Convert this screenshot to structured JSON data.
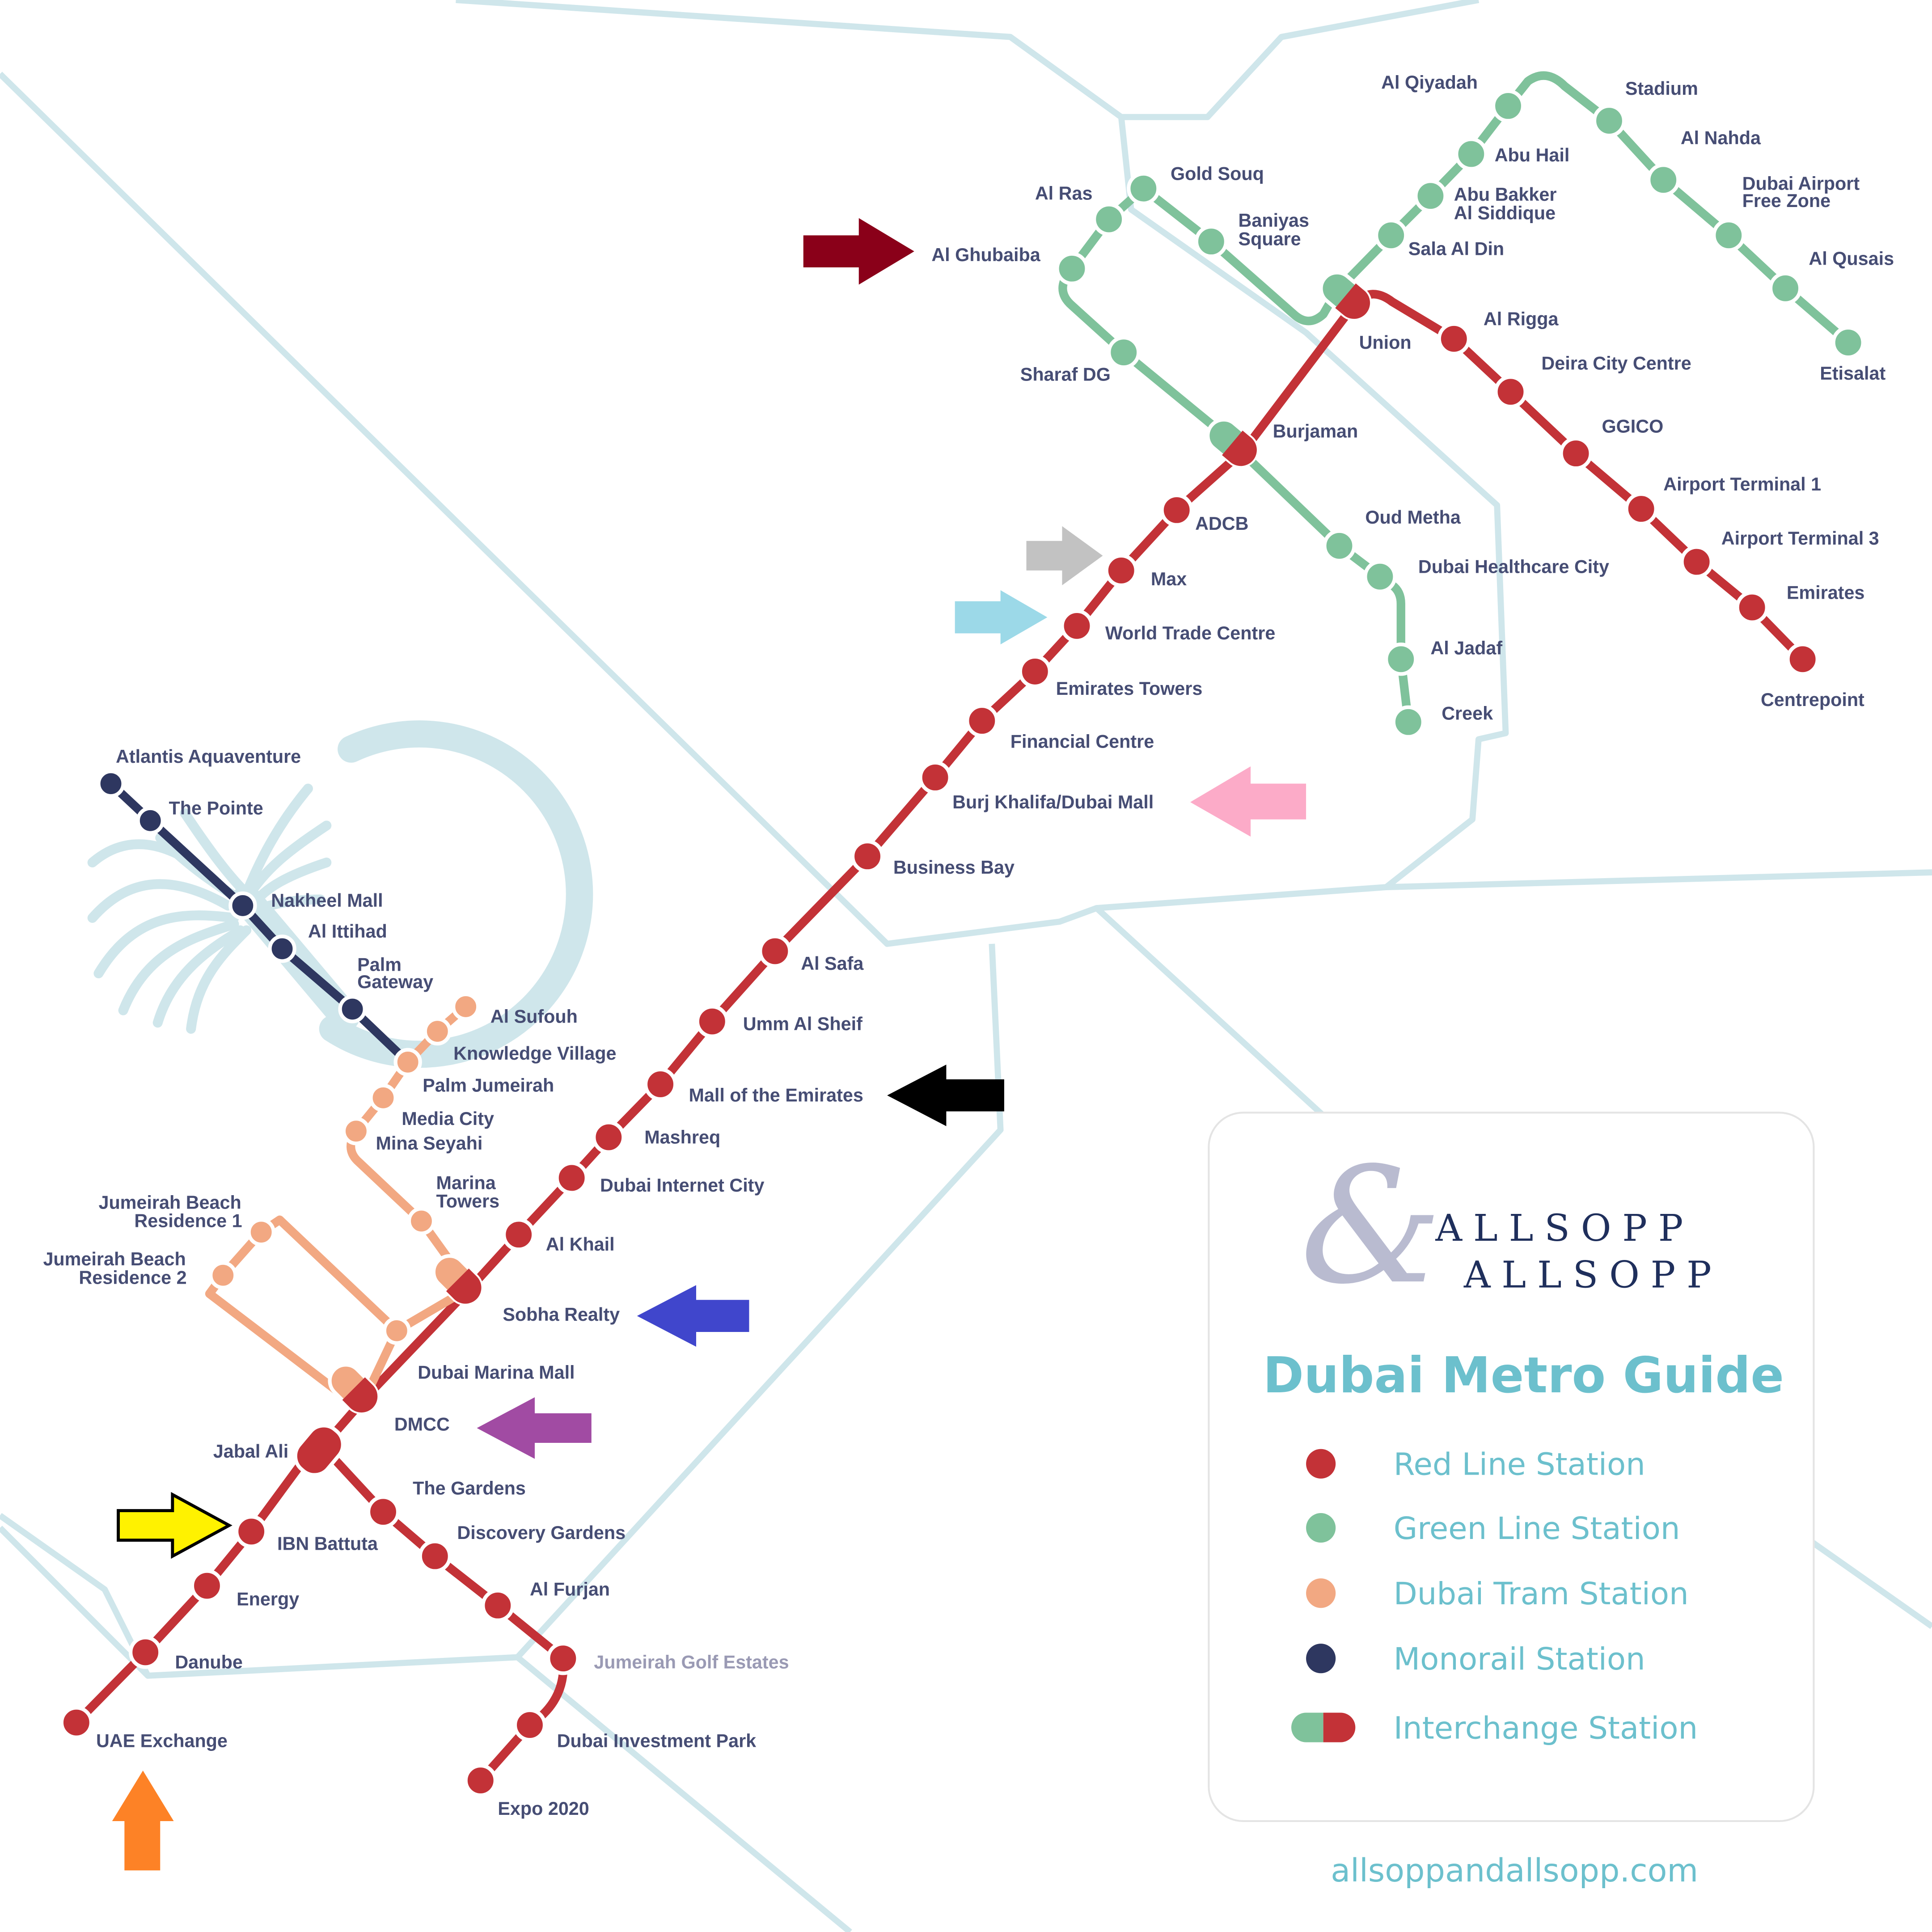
{
  "legend": {
    "brand_line1": "ALLSOPP",
    "brand_line2": "ALLSOPP",
    "ampersand": "&",
    "title": "Dubai Metro Guide",
    "items": [
      {
        "label": "Red Line Station",
        "type": "red"
      },
      {
        "label": "Green Line Station",
        "type": "green"
      },
      {
        "label": "Dubai Tram Station",
        "type": "tram"
      },
      {
        "label": "Monorail Station",
        "type": "monorail"
      },
      {
        "label": "Interchange Station",
        "type": "interchange"
      }
    ],
    "website": "allsoppandallsopp.com"
  },
  "colors": {
    "red_line": "#c33237",
    "green_line": "#7fc29b",
    "tram": "#f2a882",
    "monorail": "#2e3760",
    "road": "#cfe6eb",
    "label": "#464d74",
    "legend_text": "#6cc0cd",
    "brand": "#1f2f5c"
  },
  "lines": {
    "red_main": [
      "UAE Exchange",
      "Danube",
      "Energy",
      "IBN Battuta",
      "Jabal Ali",
      "DMCC",
      "Sobha Realty",
      "Al Khail",
      "Dubai Internet City",
      "Mashreq",
      "Mall of the Emirates",
      "Umm Al Sheif",
      "Al Safa",
      "Business Bay",
      "Burj Khalifa/Dubai Mall",
      "Financial Centre",
      "Emirates Towers",
      "World Trade Centre",
      "Max",
      "ADCB",
      "Burjaman",
      "Union",
      "Al Rigga",
      "Deira City Centre",
      "GGICO",
      "Airport Terminal 1",
      "Airport Terminal 3",
      "Emirates",
      "Centrepoint"
    ],
    "red_route2020": [
      "Jabal Ali",
      "The Gardens",
      "Discovery Gardens",
      "Al Furjan",
      "Jumeirah Golf Estates",
      "Dubai Investment Park",
      "Expo 2020"
    ],
    "green": [
      "Creek",
      "Al Jadaf",
      "Dubai Healthcare City",
      "Oud Metha",
      "Burjaman",
      "Sharaf DG",
      "Al Ghubaiba",
      "Al Ras",
      "Gold Souq",
      "Baniyas Square",
      "Union",
      "Sala Al Din",
      "Abu Bakker Al Siddique",
      "Abu Hail",
      "Al Qiyadah",
      "Stadium",
      "Al Nahda",
      "Dubai Airport Free Zone",
      "Al Qusais",
      "Etisalat"
    ],
    "tram": [
      "Al Sufouh",
      "Knowledge Village",
      "Palm Jumeirah",
      "Media City",
      "Mina Seyahi",
      "Marina Towers",
      "Sobha Realty",
      "Dubai Marina Mall",
      "DMCC",
      "Jumeirah Beach Residence 1",
      "Jumeirah Beach Residence 2"
    ],
    "monorail": [
      "Atlantis Aquaventure",
      "The Pointe",
      "Nakheel Mall",
      "Al Ittihad",
      "Palm Gateway",
      "Palm Jumeirah"
    ]
  },
  "stations": [
    {
      "id": "uae-exchange",
      "name": "UAE Exchange",
      "type": "red"
    },
    {
      "id": "danube",
      "name": "Danube",
      "type": "red"
    },
    {
      "id": "energy",
      "name": "Energy",
      "type": "red"
    },
    {
      "id": "ibn-battuta",
      "name": "IBN Battuta",
      "type": "red"
    },
    {
      "id": "jabal-ali",
      "name": "Jabal Ali",
      "type": "red-interchange"
    },
    {
      "id": "dmcc",
      "name": "DMCC",
      "type": "tram-interchange"
    },
    {
      "id": "dubai-marina-mall",
      "name": "Dubai Marina Mall",
      "type": "tram"
    },
    {
      "id": "sobha-realty",
      "name": "Sobha Realty",
      "type": "tram-interchange"
    },
    {
      "id": "al-khail",
      "name": "Al Khail",
      "type": "red"
    },
    {
      "id": "dubai-internet-city",
      "name": "Dubai Internet City",
      "type": "red"
    },
    {
      "id": "mashreq",
      "name": "Mashreq",
      "type": "red"
    },
    {
      "id": "mall-of-the-emirates",
      "name": "Mall of the Emirates",
      "type": "red"
    },
    {
      "id": "umm-al-sheif",
      "name": "Umm Al Sheif",
      "type": "red"
    },
    {
      "id": "al-safa",
      "name": "Al Safa",
      "type": "red"
    },
    {
      "id": "business-bay",
      "name": "Business Bay",
      "type": "red"
    },
    {
      "id": "burj-khalifa",
      "name": "Burj Khalifa/Dubai Mall",
      "type": "red"
    },
    {
      "id": "financial-centre",
      "name": "Financial Centre",
      "type": "red"
    },
    {
      "id": "emirates-towers",
      "name": "Emirates Towers",
      "type": "red"
    },
    {
      "id": "world-trade-centre",
      "name": "World Trade Centre",
      "type": "red"
    },
    {
      "id": "max",
      "name": "Max",
      "type": "red"
    },
    {
      "id": "adcb",
      "name": "ADCB",
      "type": "red"
    },
    {
      "id": "burjaman",
      "name": "Burjaman",
      "type": "interchange"
    },
    {
      "id": "union",
      "name": "Union",
      "type": "interchange"
    },
    {
      "id": "al-rigga",
      "name": "Al Rigga",
      "type": "red"
    },
    {
      "id": "deira-city-centre",
      "name": "Deira City Centre",
      "type": "red"
    },
    {
      "id": "ggico",
      "name": "GGICO",
      "type": "red"
    },
    {
      "id": "airport-t1",
      "name": "Airport Terminal 1",
      "type": "red"
    },
    {
      "id": "airport-t3",
      "name": "Airport Terminal 3",
      "type": "red"
    },
    {
      "id": "emirates",
      "name": "Emirates",
      "type": "red"
    },
    {
      "id": "centrepoint",
      "name": "Centrepoint",
      "type": "red"
    },
    {
      "id": "the-gardens",
      "name": "The Gardens",
      "type": "red"
    },
    {
      "id": "discovery-gardens",
      "name": "Discovery Gardens",
      "type": "red"
    },
    {
      "id": "al-furjan",
      "name": "Al Furjan",
      "type": "red"
    },
    {
      "id": "jumeirah-golf-estates",
      "name": "Jumeirah Golf Estates",
      "type": "red",
      "muted": true
    },
    {
      "id": "dubai-investment-park",
      "name": "Dubai Investment Park",
      "type": "red"
    },
    {
      "id": "expo-2020",
      "name": "Expo 2020",
      "type": "red"
    },
    {
      "id": "creek",
      "name": "Creek",
      "type": "green"
    },
    {
      "id": "al-jadaf",
      "name": "Al Jadaf",
      "type": "green"
    },
    {
      "id": "dubai-healthcare-city",
      "name": "Dubai Healthcare City",
      "type": "green"
    },
    {
      "id": "oud-metha",
      "name": "Oud Metha",
      "type": "green"
    },
    {
      "id": "sharaf-dg",
      "name": "Sharaf DG",
      "type": "green"
    },
    {
      "id": "al-ghubaiba",
      "name": "Al Ghubaiba",
      "type": "green"
    },
    {
      "id": "al-ras",
      "name": "Al Ras",
      "type": "green"
    },
    {
      "id": "gold-souq",
      "name": "Gold Souq",
      "type": "green"
    },
    {
      "id": "baniyas-square",
      "name": "Baniyas Square",
      "type": "green"
    },
    {
      "id": "sala-al-din",
      "name": "Sala Al Din",
      "type": "green"
    },
    {
      "id": "abu-bakker",
      "name": "Abu Bakker Al Siddique",
      "type": "green"
    },
    {
      "id": "abu-hail",
      "name": "Abu Hail",
      "type": "green"
    },
    {
      "id": "al-qiyadah",
      "name": "Al Qiyadah",
      "type": "green"
    },
    {
      "id": "stadium",
      "name": "Stadium",
      "type": "green"
    },
    {
      "id": "al-nahda",
      "name": "Al Nahda",
      "type": "green"
    },
    {
      "id": "dafz",
      "name": "Dubai Airport Free Zone",
      "type": "green"
    },
    {
      "id": "al-qusais",
      "name": "Al Qusais",
      "type": "green"
    },
    {
      "id": "etisalat",
      "name": "Etisalat",
      "type": "green"
    },
    {
      "id": "al-sufouh",
      "name": "Al Sufouh",
      "type": "tram"
    },
    {
      "id": "knowledge-village",
      "name": "Knowledge Village",
      "type": "tram"
    },
    {
      "id": "palm-jumeirah",
      "name": "Palm Jumeirah",
      "type": "tram"
    },
    {
      "id": "media-city",
      "name": "Media City",
      "type": "tram"
    },
    {
      "id": "mina-seyahi",
      "name": "Mina Seyahi",
      "type": "tram"
    },
    {
      "id": "marina-towers",
      "name": "Marina Towers",
      "type": "tram"
    },
    {
      "id": "jbr1",
      "name": "Jumeirah Beach Residence 1",
      "type": "tram"
    },
    {
      "id": "jbr2",
      "name": "Jumeirah Beach Residence 2",
      "type": "tram"
    },
    {
      "id": "atlantis",
      "name": "Atlantis Aquaventure",
      "type": "monorail"
    },
    {
      "id": "the-pointe",
      "name": "The Pointe",
      "type": "monorail"
    },
    {
      "id": "nakheel-mall",
      "name": "Nakheel Mall",
      "type": "monorail"
    },
    {
      "id": "al-ittihad",
      "name": "Al Ittihad",
      "type": "monorail"
    },
    {
      "id": "palm-gateway",
      "name": "Palm Gateway",
      "type": "monorail"
    }
  ],
  "labels": {
    "uae_exchange": "UAE Exchange",
    "danube": "Danube",
    "energy": "Energy",
    "ibn_battuta": "IBN Battuta",
    "jabal_ali": "Jabal Ali",
    "dmcc": "DMCC",
    "dubai_marina_mall": "Dubai Marina Mall",
    "sobha_realty": "Sobha Realty",
    "al_khail": "Al Khail",
    "dubai_internet_city": "Dubai Internet City",
    "mashreq": "Mashreq",
    "mall_of_the_emirates": "Mall of the Emirates",
    "umm_al_sheif": "Umm Al Sheif",
    "al_safa": "Al Safa",
    "business_bay": "Business Bay",
    "burj_khalifa": "Burj Khalifa/Dubai Mall",
    "financial_centre": "Financial Centre",
    "emirates_towers": "Emirates Towers",
    "world_trade_centre": "World Trade Centre",
    "max": "Max",
    "adcb": "ADCB",
    "burjaman": "Burjaman",
    "union": "Union",
    "al_rigga": "Al Rigga",
    "deira_city_centre": "Deira City Centre",
    "ggico": "GGICO",
    "airport_t1": "Airport Terminal 1",
    "airport_t3": "Airport Terminal 3",
    "emirates": "Emirates",
    "centrepoint": "Centrepoint",
    "the_gardens": "The Gardens",
    "discovery_gardens": "Discovery Gardens",
    "al_furjan": "Al Furjan",
    "jumeirah_golf_estates": "Jumeirah Golf Estates",
    "dubai_investment_park": "Dubai Investment Park",
    "expo_2020": "Expo 2020",
    "creek": "Creek",
    "al_jadaf": "Al Jadaf",
    "dubai_healthcare_city": "Dubai Healthcare City",
    "oud_metha": "Oud Metha",
    "sharaf_dg": "Sharaf DG",
    "al_ghubaiba": "Al Ghubaiba",
    "al_ras": "Al Ras",
    "gold_souq": "Gold Souq",
    "baniyas_1": "Baniyas",
    "baniyas_2": "Square",
    "sala_al_din": "Sala Al Din",
    "abu_bakker_1": "Abu Bakker",
    "abu_bakker_2": "Al Siddique",
    "abu_hail": "Abu Hail",
    "al_qiyadah": "Al Qiyadah",
    "stadium": "Stadium",
    "al_nahda": "Al Nahda",
    "dafz_1": "Dubai Airport",
    "dafz_2": "Free Zone",
    "al_qusais": "Al Qusais",
    "etisalat": "Etisalat",
    "al_sufouh": "Al Sufouh",
    "knowledge_village": "Knowledge Village",
    "palm_jumeirah": "Palm Jumeirah",
    "media_city": "Media City",
    "mina_seyahi": "Mina Seyahi",
    "marina_towers_1": "Marina",
    "marina_towers_2": "Towers",
    "jbr1_1": "Jumeirah Beach",
    "jbr1_2": "Residence 1",
    "jbr2_1": "Jumeirah Beach",
    "jbr2_2": "Residence 2",
    "atlantis": "Atlantis Aquaventure",
    "the_pointe": "The Pointe",
    "nakheel_mall": "Nakheel Mall",
    "al_ittihad": "Al Ittihad",
    "palm_gateway_1": "Palm",
    "palm_gateway_2": "Gateway"
  },
  "annotation_arrows": [
    {
      "target": "Al Ghubaiba",
      "direction": "right",
      "color": "#8a0019"
    },
    {
      "target": "Max",
      "direction": "right",
      "color": "#c2c2c2"
    },
    {
      "target": "World Trade Centre",
      "direction": "right",
      "color": "#9cd9e8"
    },
    {
      "target": "Burj Khalifa/Dubai Mall",
      "direction": "left",
      "color": "#fcabc8"
    },
    {
      "target": "Mall of the Emirates",
      "direction": "left",
      "color": "#000000"
    },
    {
      "target": "Sobha Realty",
      "direction": "left",
      "color": "#4046cc"
    },
    {
      "target": "DMCC",
      "direction": "left",
      "color": "#a14ba3"
    },
    {
      "target": "IBN Battuta",
      "direction": "right",
      "color": "#fff200"
    },
    {
      "target": "UAE Exchange",
      "direction": "up",
      "color": "#fd8226"
    }
  ]
}
